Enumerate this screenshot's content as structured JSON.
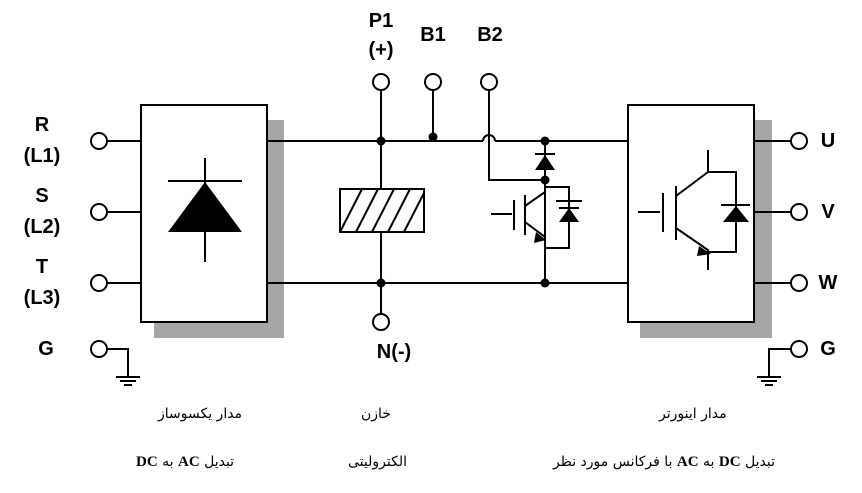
{
  "terminals": {
    "r": "R",
    "l1": "(L1)",
    "s": "S",
    "l2": "(L2)",
    "t": "T",
    "l3": "(L3)",
    "g_left": "G",
    "p1": "P1",
    "plus": "(+)",
    "b1": "B1",
    "b2": "B2",
    "n": "N(-)",
    "u": "U",
    "v": "V",
    "w": "W",
    "g_right": "G"
  },
  "captions": {
    "rectifier_title": "مدار یکسوساز",
    "capacitor_title": "خازن",
    "capacitor_sub": "الکترولیتی",
    "inverter_title": "مدار اینورتر",
    "rect_pre": "تبدیل",
    "rect_ac": "AC",
    "rect_mid": "به",
    "rect_dc": "DC",
    "inv_pre": "تبدیل",
    "inv_dc": "DC",
    "inv_mid": "به",
    "inv_ac": "AC",
    "inv_post": "با فرکانس مورد نظر"
  }
}
